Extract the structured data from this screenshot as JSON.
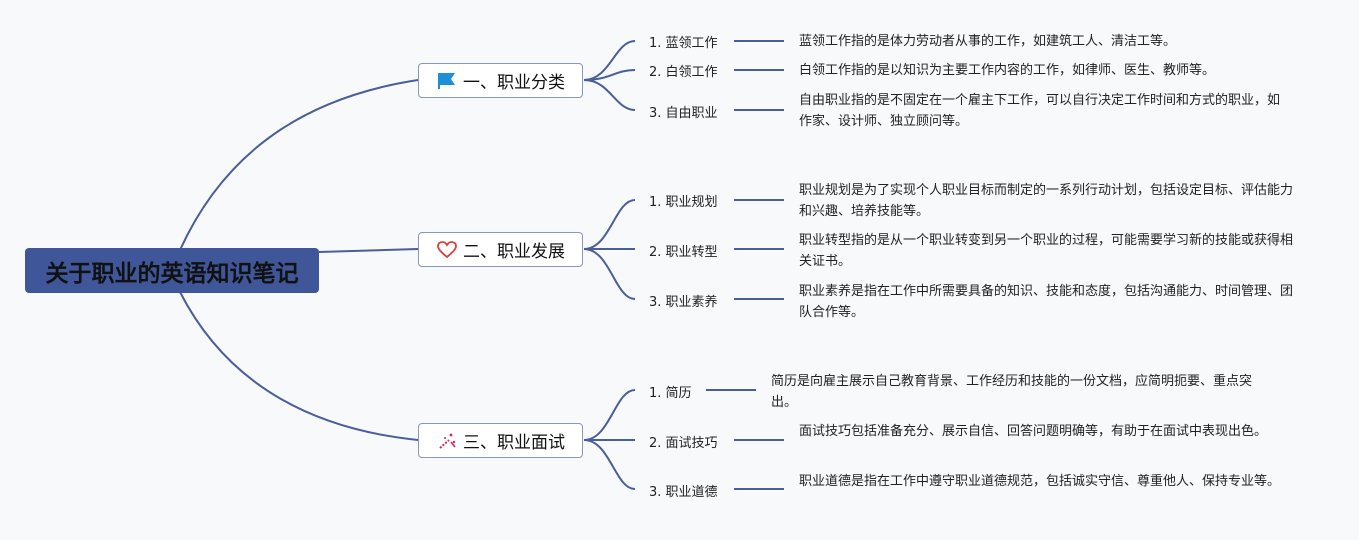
{
  "root": {
    "title": "关于职业的英语知识笔记"
  },
  "colors": {
    "root_bg": "#3f5699",
    "connector": "#4a5e98",
    "branch_border": "#8a96bd",
    "flag_icon": "#1e90d8",
    "heart_icon": "#d8413b",
    "sparkle_icon": "#e0205f"
  },
  "branches": [
    {
      "label": "一、职业分类",
      "icon": "flag-icon",
      "items": [
        {
          "label": "1. 蓝领工作",
          "desc": "蓝领工作指的是体力劳动者从事的工作，如建筑工人、清洁工等。"
        },
        {
          "label": "2. 白领工作",
          "desc": "白领工作指的是以知识为主要工作内容的工作，如律师、医生、教师等。"
        },
        {
          "label": "3. 自由职业",
          "desc": "自由职业指的是不固定在一个雇主下工作，可以自行决定工作时间和方式的职业，如作家、设计师、独立顾问等。"
        }
      ]
    },
    {
      "label": "二、职业发展",
      "icon": "heart-icon",
      "items": [
        {
          "label": "1. 职业规划",
          "desc": "职业规划是为了实现个人职业目标而制定的一系列行动计划，包括设定目标、评估能力和兴趣、培养技能等。"
        },
        {
          "label": "2. 职业转型",
          "desc": "职业转型指的是从一个职业转变到另一个职业的过程，可能需要学习新的技能或获得相关证书。"
        },
        {
          "label": "3. 职业素养",
          "desc": "职业素养是指在工作中所需要具备的知识、技能和态度，包括沟通能力、时间管理、团队合作等。"
        }
      ]
    },
    {
      "label": "三、职业面试",
      "icon": "sparkle-icon",
      "items": [
        {
          "label": "1. 简历",
          "desc": "简历是向雇主展示自己教育背景、工作经历和技能的一份文档，应简明扼要、重点突出。"
        },
        {
          "label": "2. 面试技巧",
          "desc": "面试技巧包括准备充分、展示自信、回答问题明确等，有助于在面试中表现出色。"
        },
        {
          "label": "3. 职业道德",
          "desc": "职业道德是指在工作中遵守职业道德规范，包括诚实守信、尊重他人、保持专业等。"
        }
      ]
    }
  ]
}
